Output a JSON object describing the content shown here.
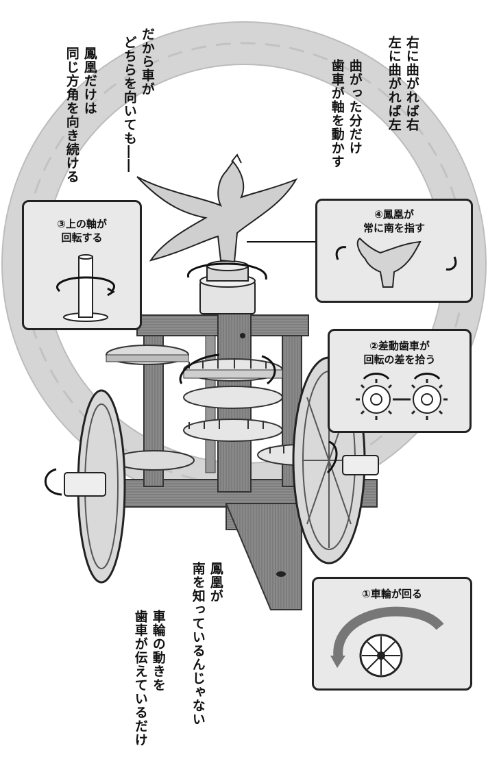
{
  "narration": {
    "col1": "右に曲がれば右",
    "col2": "左に曲がれば左",
    "col3": "曲がった分だけ",
    "col4": "歯車が軸を動かす",
    "col5": "だから車が",
    "col6": "どちらを向いても――",
    "col7": "鳳凰だけは",
    "col8": "同じ方角を向き続ける"
  },
  "bottom_narration": {
    "col1": "鳳凰が",
    "col2": "南を知っているんじゃない",
    "col3": "車輪の動きを",
    "col4": "歯車が伝えているだけ"
  },
  "panels": {
    "axis": {
      "title": "③上の軸が\n回転する"
    },
    "phoenix": {
      "title": "④鳳凰が\n常に南を指す"
    },
    "diff": {
      "title": "②差動歯車が\n回転の差を拾う"
    },
    "wheel": {
      "title": "①車輪が回る"
    }
  },
  "icons": [
    "phoenix-icon",
    "rotation-arrow-icon",
    "gear-icon",
    "wheel-icon",
    "ornament-ring-icon"
  ]
}
